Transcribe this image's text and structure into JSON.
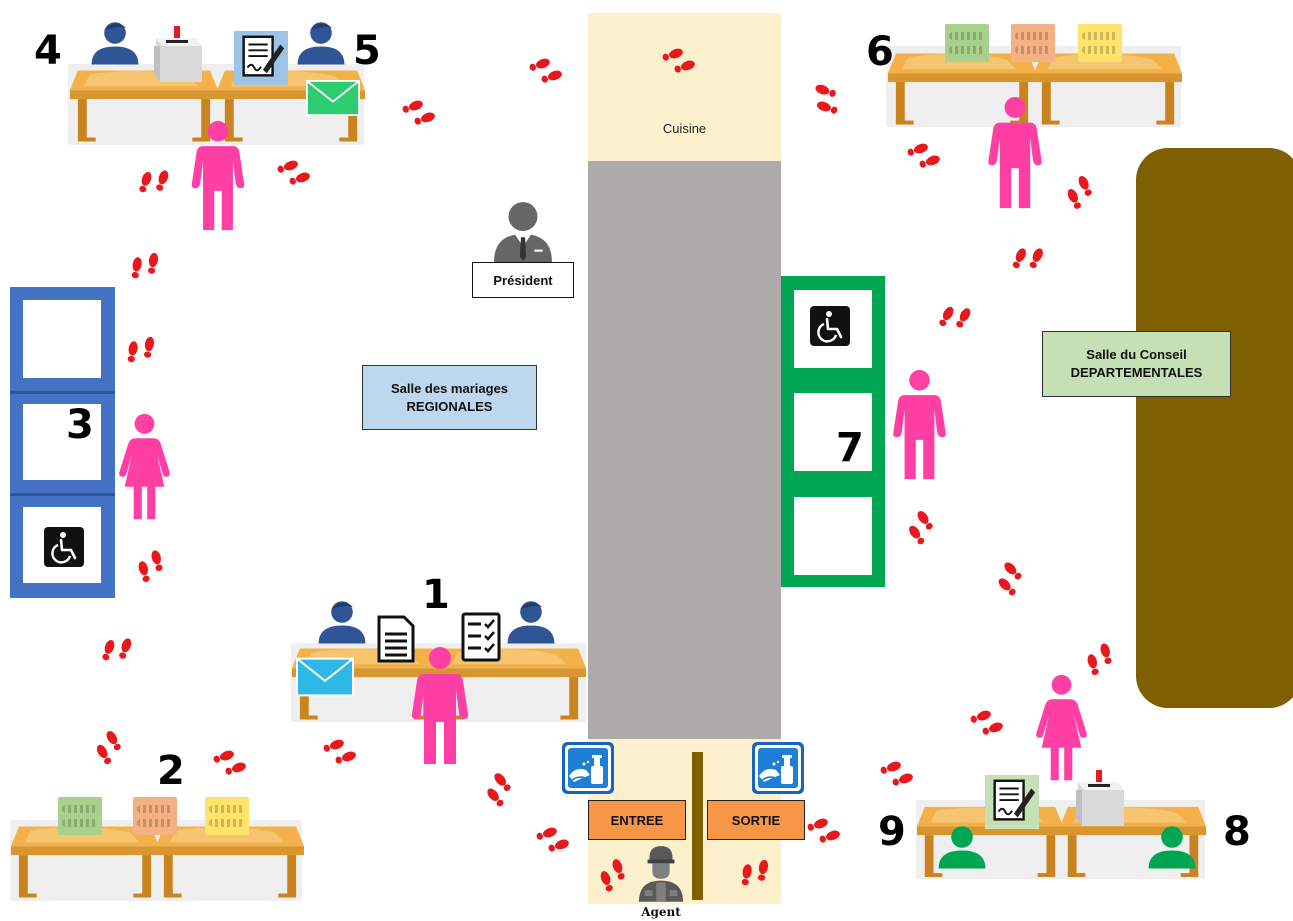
{
  "rooms": {
    "regionales": {
      "line1": "Salle des mariages",
      "line2": "REGIONALES"
    },
    "departementales": {
      "line1": "Salle du Conseil",
      "line2": "DEPARTEMENTALES"
    },
    "cuisine": "Cuisine"
  },
  "roles": {
    "president": "Président",
    "agent": "Agent"
  },
  "doors": {
    "entree": "ENTREE",
    "sortie": "SORTIE"
  },
  "stations": {
    "s1": "1",
    "s2": "2",
    "s3": "3",
    "s4": "4",
    "s5": "5",
    "s6": "6",
    "s7": "7",
    "s8": "8",
    "s9": "9"
  },
  "colors": {
    "kitchen": "#fdf0cd",
    "corridor": "#aeaaaa",
    "booth_left": "#4472c4",
    "booth_right": "#00a651",
    "conseil_table": "#7f6000",
    "voter": "#ff3fa4",
    "footprint": "#e8181d",
    "door_button": "#f79646",
    "regionales_box": "#bdd7ee",
    "departementales_box": "#c5e0b4",
    "table_top": "#f4b14a",
    "staff": "#2f5597"
  },
  "icons": [
    "footprint-icon",
    "voter-icon",
    "staff-icon",
    "ballot-box-icon",
    "signature-icon",
    "envelope-icon",
    "ballot-paper-icon",
    "checklist-icon",
    "wheelchair-icon",
    "hand-sanitizer-icon",
    "soldier-icon",
    "president-icon",
    "money-stack-icon"
  ]
}
